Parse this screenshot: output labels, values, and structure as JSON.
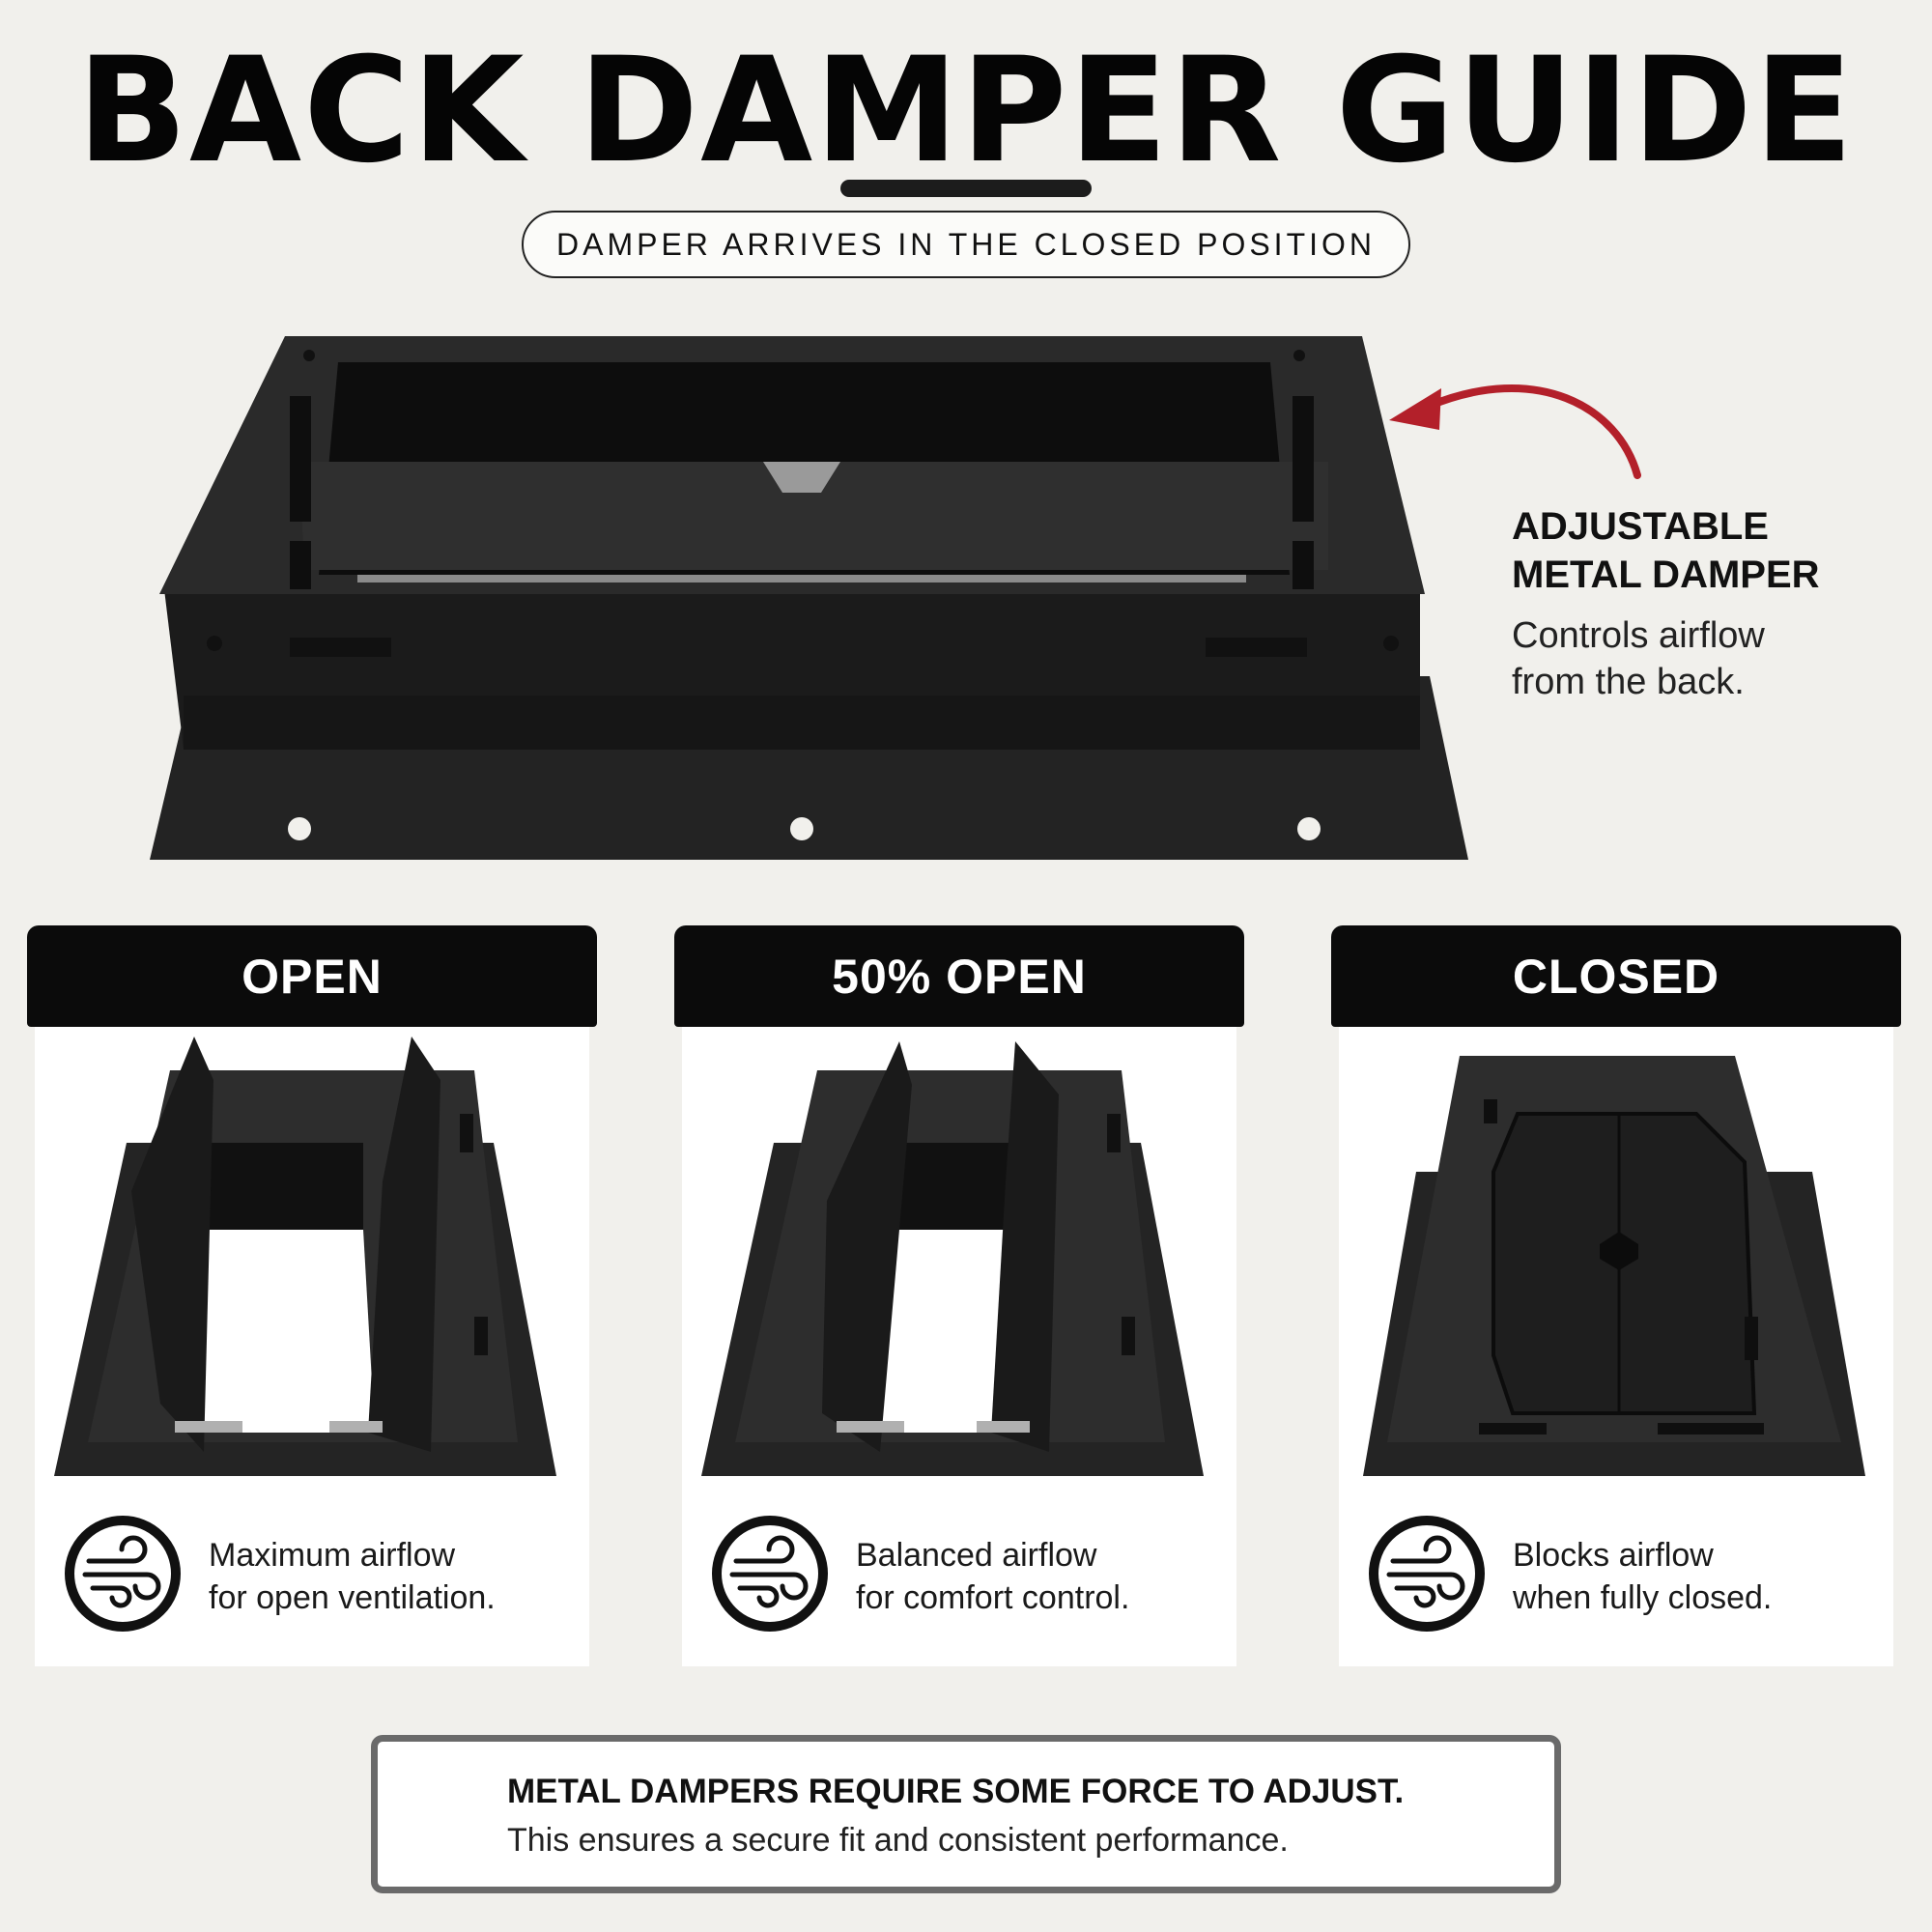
{
  "header": {
    "title": "BACK DAMPER GUIDE",
    "subtitle": "DAMPER ARRIVES IN THE CLOSED POSITION"
  },
  "callout": {
    "title_line1": "ADJUSTABLE",
    "title_line2": "METAL DAMPER",
    "desc_line1": "Controls airflow",
    "desc_line2": "from the back."
  },
  "cards": [
    {
      "label": "OPEN",
      "line1": "Maximum airflow",
      "line2": "for open ventilation."
    },
    {
      "label": "50% OPEN",
      "line1": "Balanced airflow",
      "line2": "for comfort control."
    },
    {
      "label": "CLOSED",
      "line1": "Blocks airflow",
      "line2": "when fully closed."
    }
  ],
  "note": {
    "title": "METAL DAMPERS REQUIRE SOME FORCE TO ADJUST.",
    "desc": "This ensures a secure fit and consistent performance."
  },
  "colors": {
    "background": "#f1f0ec",
    "metal": "#1f1f1f",
    "accent_arrow": "#b3202a",
    "header_band": "#0b0b0b"
  },
  "icons": {
    "airflow": "wind-icon",
    "pointer": "curved-arrow-icon"
  }
}
